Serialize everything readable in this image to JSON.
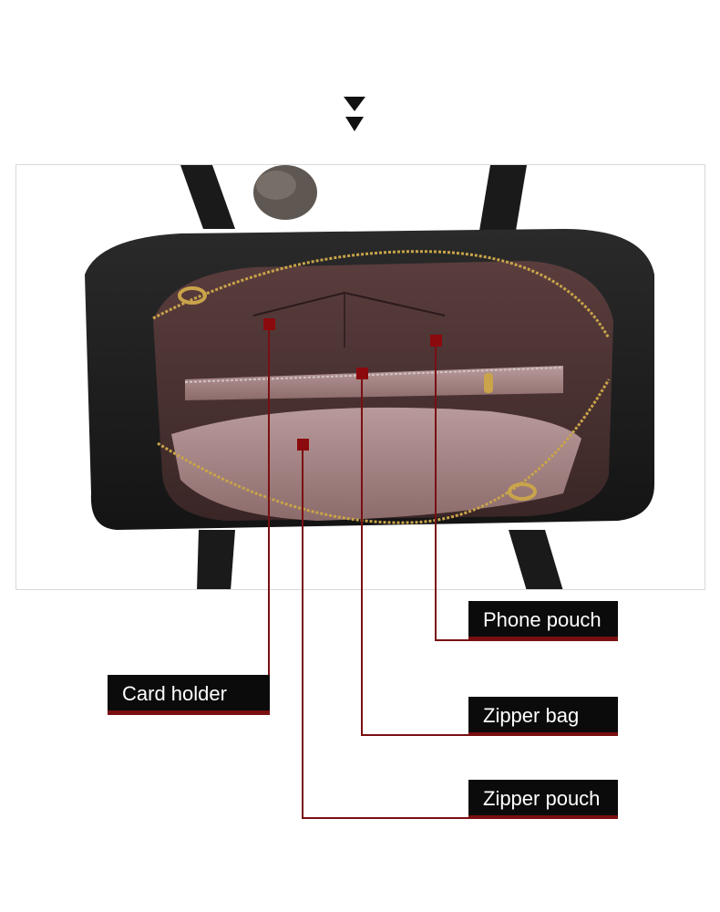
{
  "colors": {
    "background": "#ffffff",
    "label_background": "#0b0b0b",
    "label_text": "#ffffff",
    "leader_line": "#7a0f12",
    "marker": "#8b0a0d"
  },
  "icons": {
    "scroll_indicator": "double-down-arrow-icon"
  },
  "callouts": {
    "phone_pouch": "Phone pouch",
    "card_holder": "Card holder",
    "zipper_bag": "Zipper bag",
    "zipper_pouch": "Zipper pouch"
  }
}
